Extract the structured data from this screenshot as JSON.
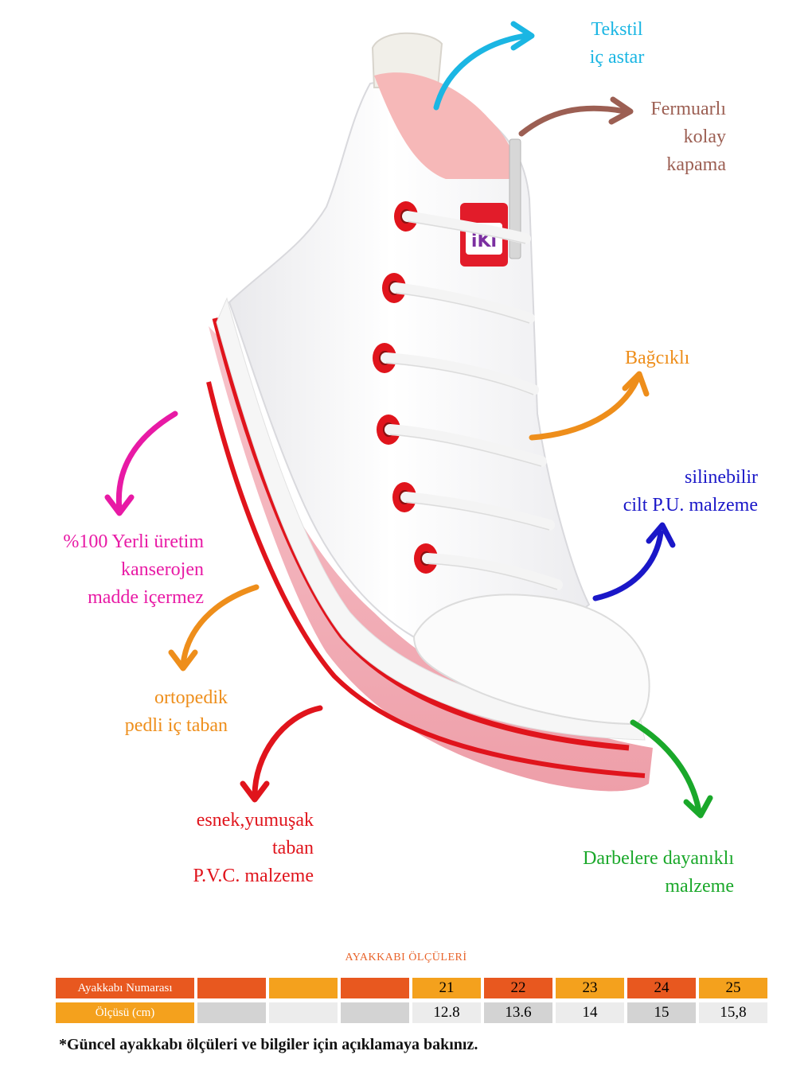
{
  "colors": {
    "cyan": "#1bb6e3",
    "brown": "#9c5f53",
    "orange": "#ee8e1b",
    "blue": "#1a17c8",
    "magenta": "#e81aa5",
    "red": "#e0141c",
    "green": "#1aa82a",
    "table_dark": "#e8581f",
    "table_light": "#f4a11d",
    "table_gray_dark": "#d3d3d3",
    "table_gray_light": "#ececec"
  },
  "labels": {
    "textile": [
      "Tekstil",
      "iç astar"
    ],
    "zipper": [
      "Fermuarlı",
      "kolay",
      "kapama"
    ],
    "laces": [
      "Bağcıklı"
    ],
    "wipeable": [
      "silinebilir",
      "cilt P.U. malzeme"
    ],
    "local": [
      "%100 Yerli üretim",
      "kanserojen",
      "madde içermez"
    ],
    "insole": [
      "ortopedik",
      "pedli iç taban"
    ],
    "sole": [
      "esnek,yumuşak",
      "taban",
      "P.V.C. malzeme"
    ],
    "durable": [
      "Darbelere dayanıklı",
      "malzeme"
    ]
  },
  "size_table": {
    "title": "AYAKKABI ÖLÇÜLERİ",
    "row1_label": "Ayakkabı Numarası",
    "row2_label": "Ölçüsü (cm)",
    "sizes": [
      "",
      "",
      "",
      "21",
      "22",
      "23",
      "24",
      "25"
    ],
    "lengths": [
      "",
      "",
      "",
      "12.8",
      "13.6",
      "14",
      "15",
      "15,8"
    ]
  },
  "footnote": "*Güncel ayakkabı ölçüleri ve bilgiler için açıklamaya bakınız."
}
